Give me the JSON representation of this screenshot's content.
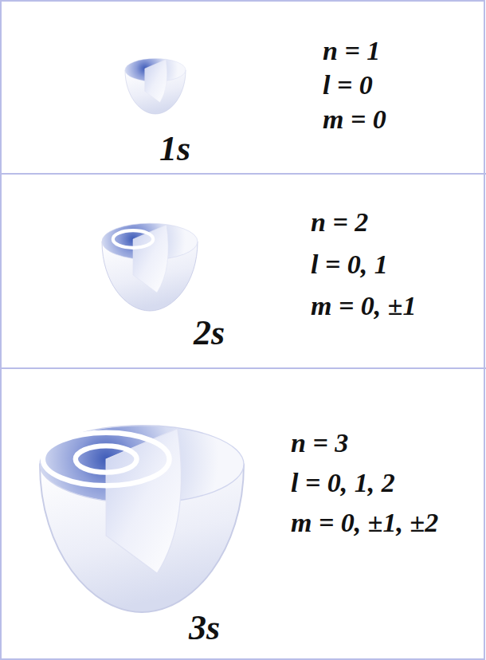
{
  "diagram": {
    "nodes": [
      {
        "text": [
          "1s",
          "n = 1",
          "l = 0",
          "m = 0"
        ]
      },
      {
        "text": [
          "2s",
          "n = 2",
          "l = 0, 1",
          "m = 0, ±1"
        ]
      },
      {
        "text": [
          "3s",
          "n = 3",
          "l = 0, 1, 2",
          "m = 0, ±1, ±2"
        ]
      }
    ]
  }
}
